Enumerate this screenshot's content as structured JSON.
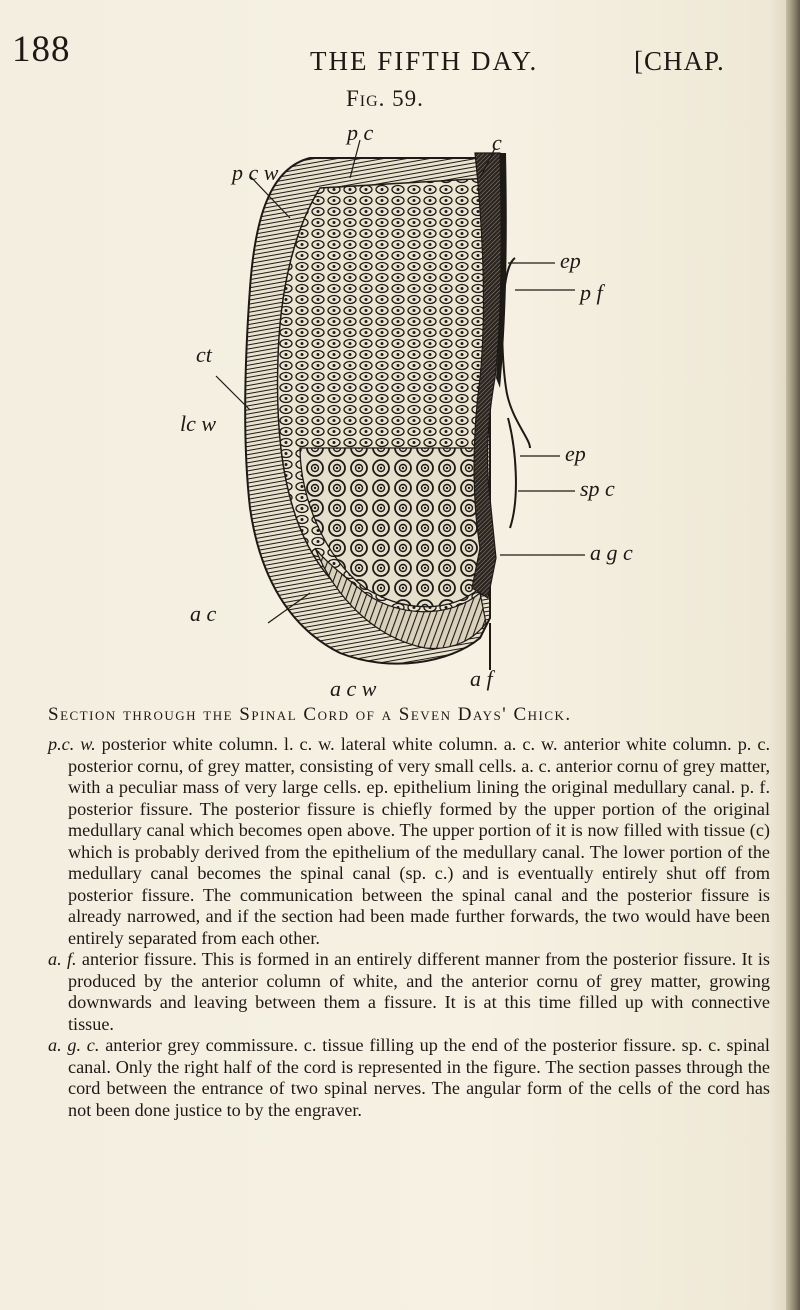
{
  "header": {
    "page_number": "188",
    "running_title": "THE FIFTH DAY.",
    "chapter": "[CHAP."
  },
  "figure": {
    "label": "Fig. 59.",
    "labels": {
      "pc": "p c",
      "c": "c",
      "pcw": "p c w",
      "ct": "ct",
      "lcw": "lc w",
      "ac": "a c",
      "acw": "a c w",
      "af": "a f",
      "ep_top": "ep",
      "pf": "p f",
      "ep_mid": "ep",
      "spc": "sp c",
      "agc": "a g c"
    }
  },
  "caption": {
    "title": "Section through the Spinal Cord of a Seven Days' Chick.",
    "entries": [
      {
        "abbr": "p.c. w.",
        "text": "posterior white column. l. c. w. lateral white column. a. c. w. anterior white column. p. c. posterior cornu, of grey matter, consisting of very small cells. a. c. anterior cornu of grey matter, with a peculiar mass of very large cells. ep. epithelium lining the original medullary canal. p. f. posterior fissure. The posterior fissure is chiefly formed by the upper portion of the original medullary canal which becomes open above. The upper portion of it is now filled with tissue (c) which is probably derived from the epithelium of the medullary canal. The lower portion of the medullary canal becomes the spinal canal (sp. c.) and is eventually entirely shut off from posterior fissure. The communication between the spinal canal and the posterior fissure is already narrowed, and if the section had been made further forwards, the two would have been entirely separated from each other."
      },
      {
        "abbr": "a. f.",
        "text": "anterior fissure. This is formed in an entirely different manner from the posterior fissure. It is produced by the anterior column of white, and the anterior cornu of grey matter, growing downwards and leaving between them a fissure. It is at this time filled up with connective tissue."
      },
      {
        "abbr": "a. g. c.",
        "text": "anterior grey commissure. c. tissue filling up the end of the posterior fissure. sp. c. spinal canal. Only the right half of the cord is represented in the figure. The section passes through the cord between the entrance of two spinal nerves. The angular form of the cells of the cord has not been done justice to by the engraver."
      }
    ]
  }
}
